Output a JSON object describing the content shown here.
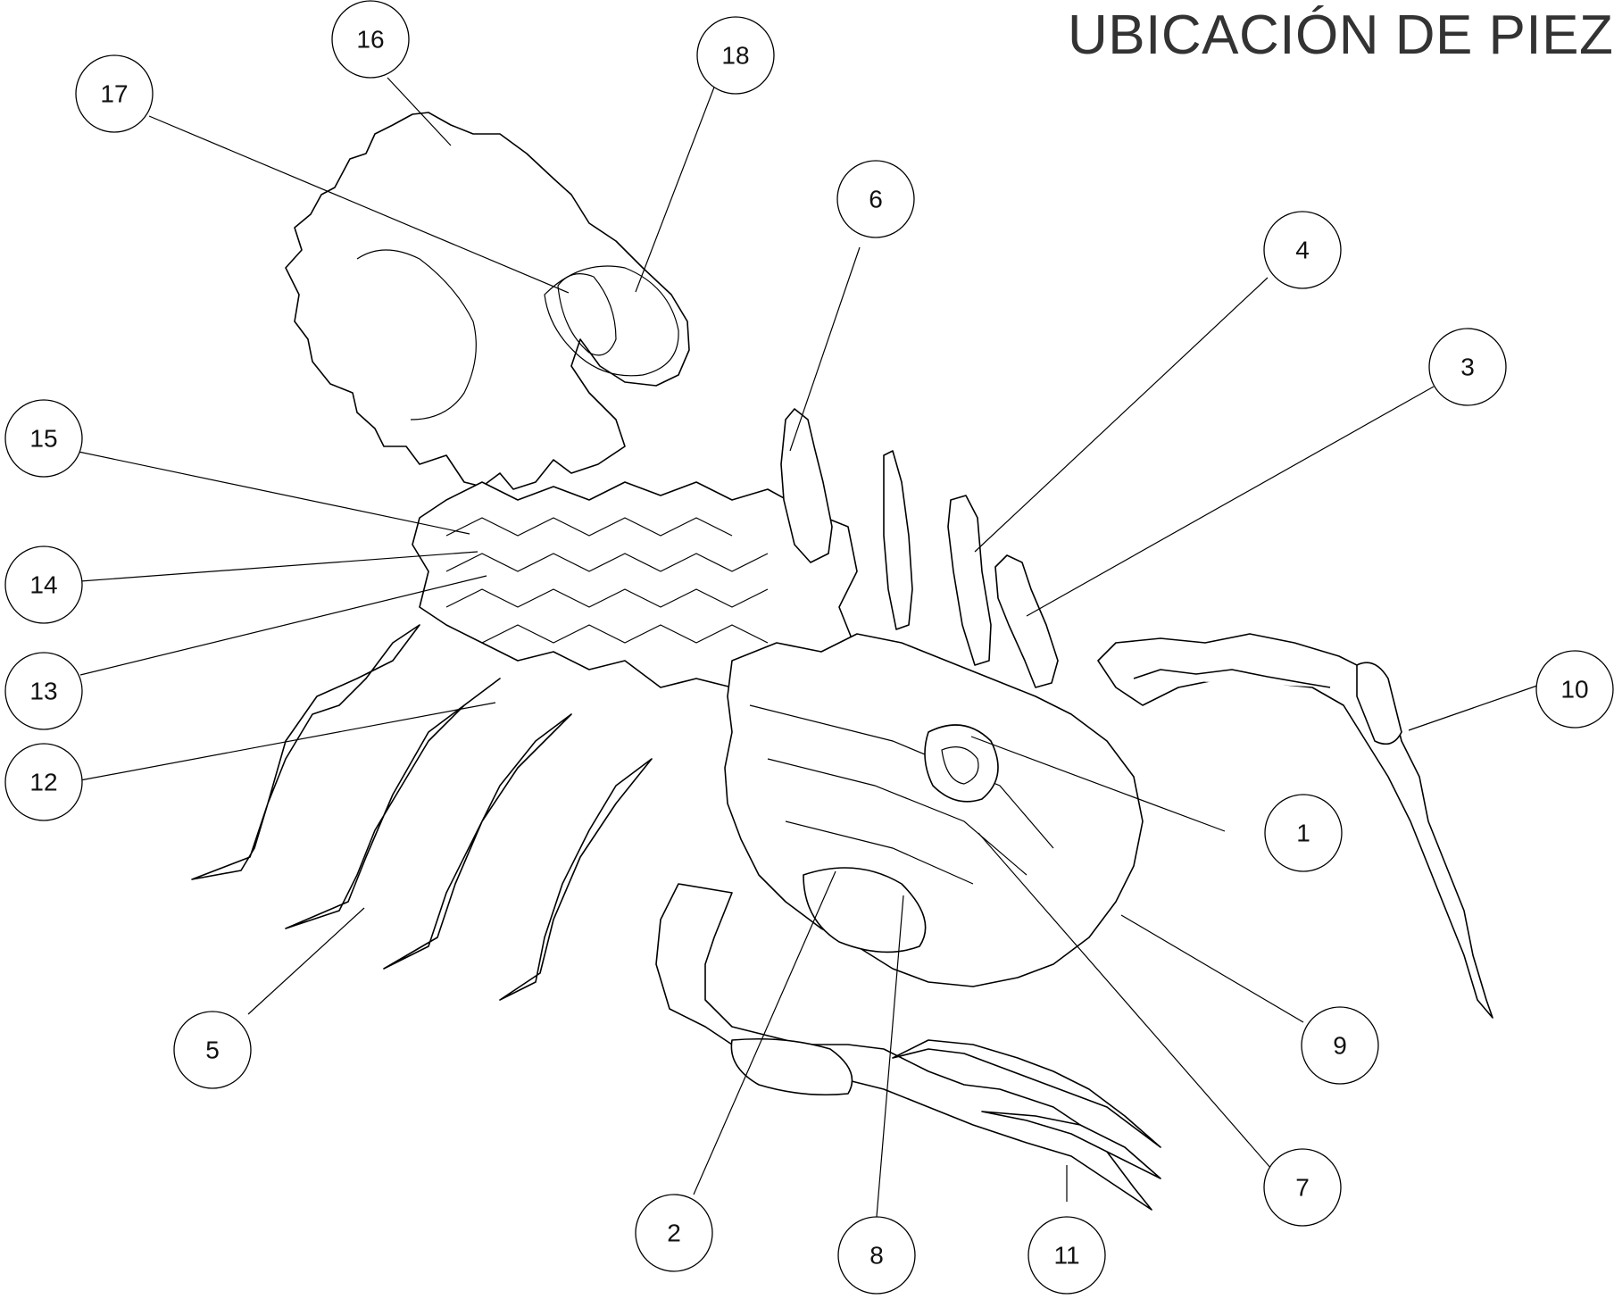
{
  "title": "UBICACIÓN DE PIEZ",
  "colors": {
    "line": "#000000",
    "title": "#333333",
    "background": "#ffffff"
  },
  "callouts": [
    {
      "label": "1"
    },
    {
      "label": "2"
    },
    {
      "label": "3"
    },
    {
      "label": "4"
    },
    {
      "label": "5"
    },
    {
      "label": "6"
    },
    {
      "label": "7"
    },
    {
      "label": "8"
    },
    {
      "label": "9"
    },
    {
      "label": "10"
    },
    {
      "label": "11"
    },
    {
      "label": "12"
    },
    {
      "label": "13"
    },
    {
      "label": "14"
    },
    {
      "label": "15"
    },
    {
      "label": "16"
    },
    {
      "label": "17"
    },
    {
      "label": "18"
    }
  ]
}
